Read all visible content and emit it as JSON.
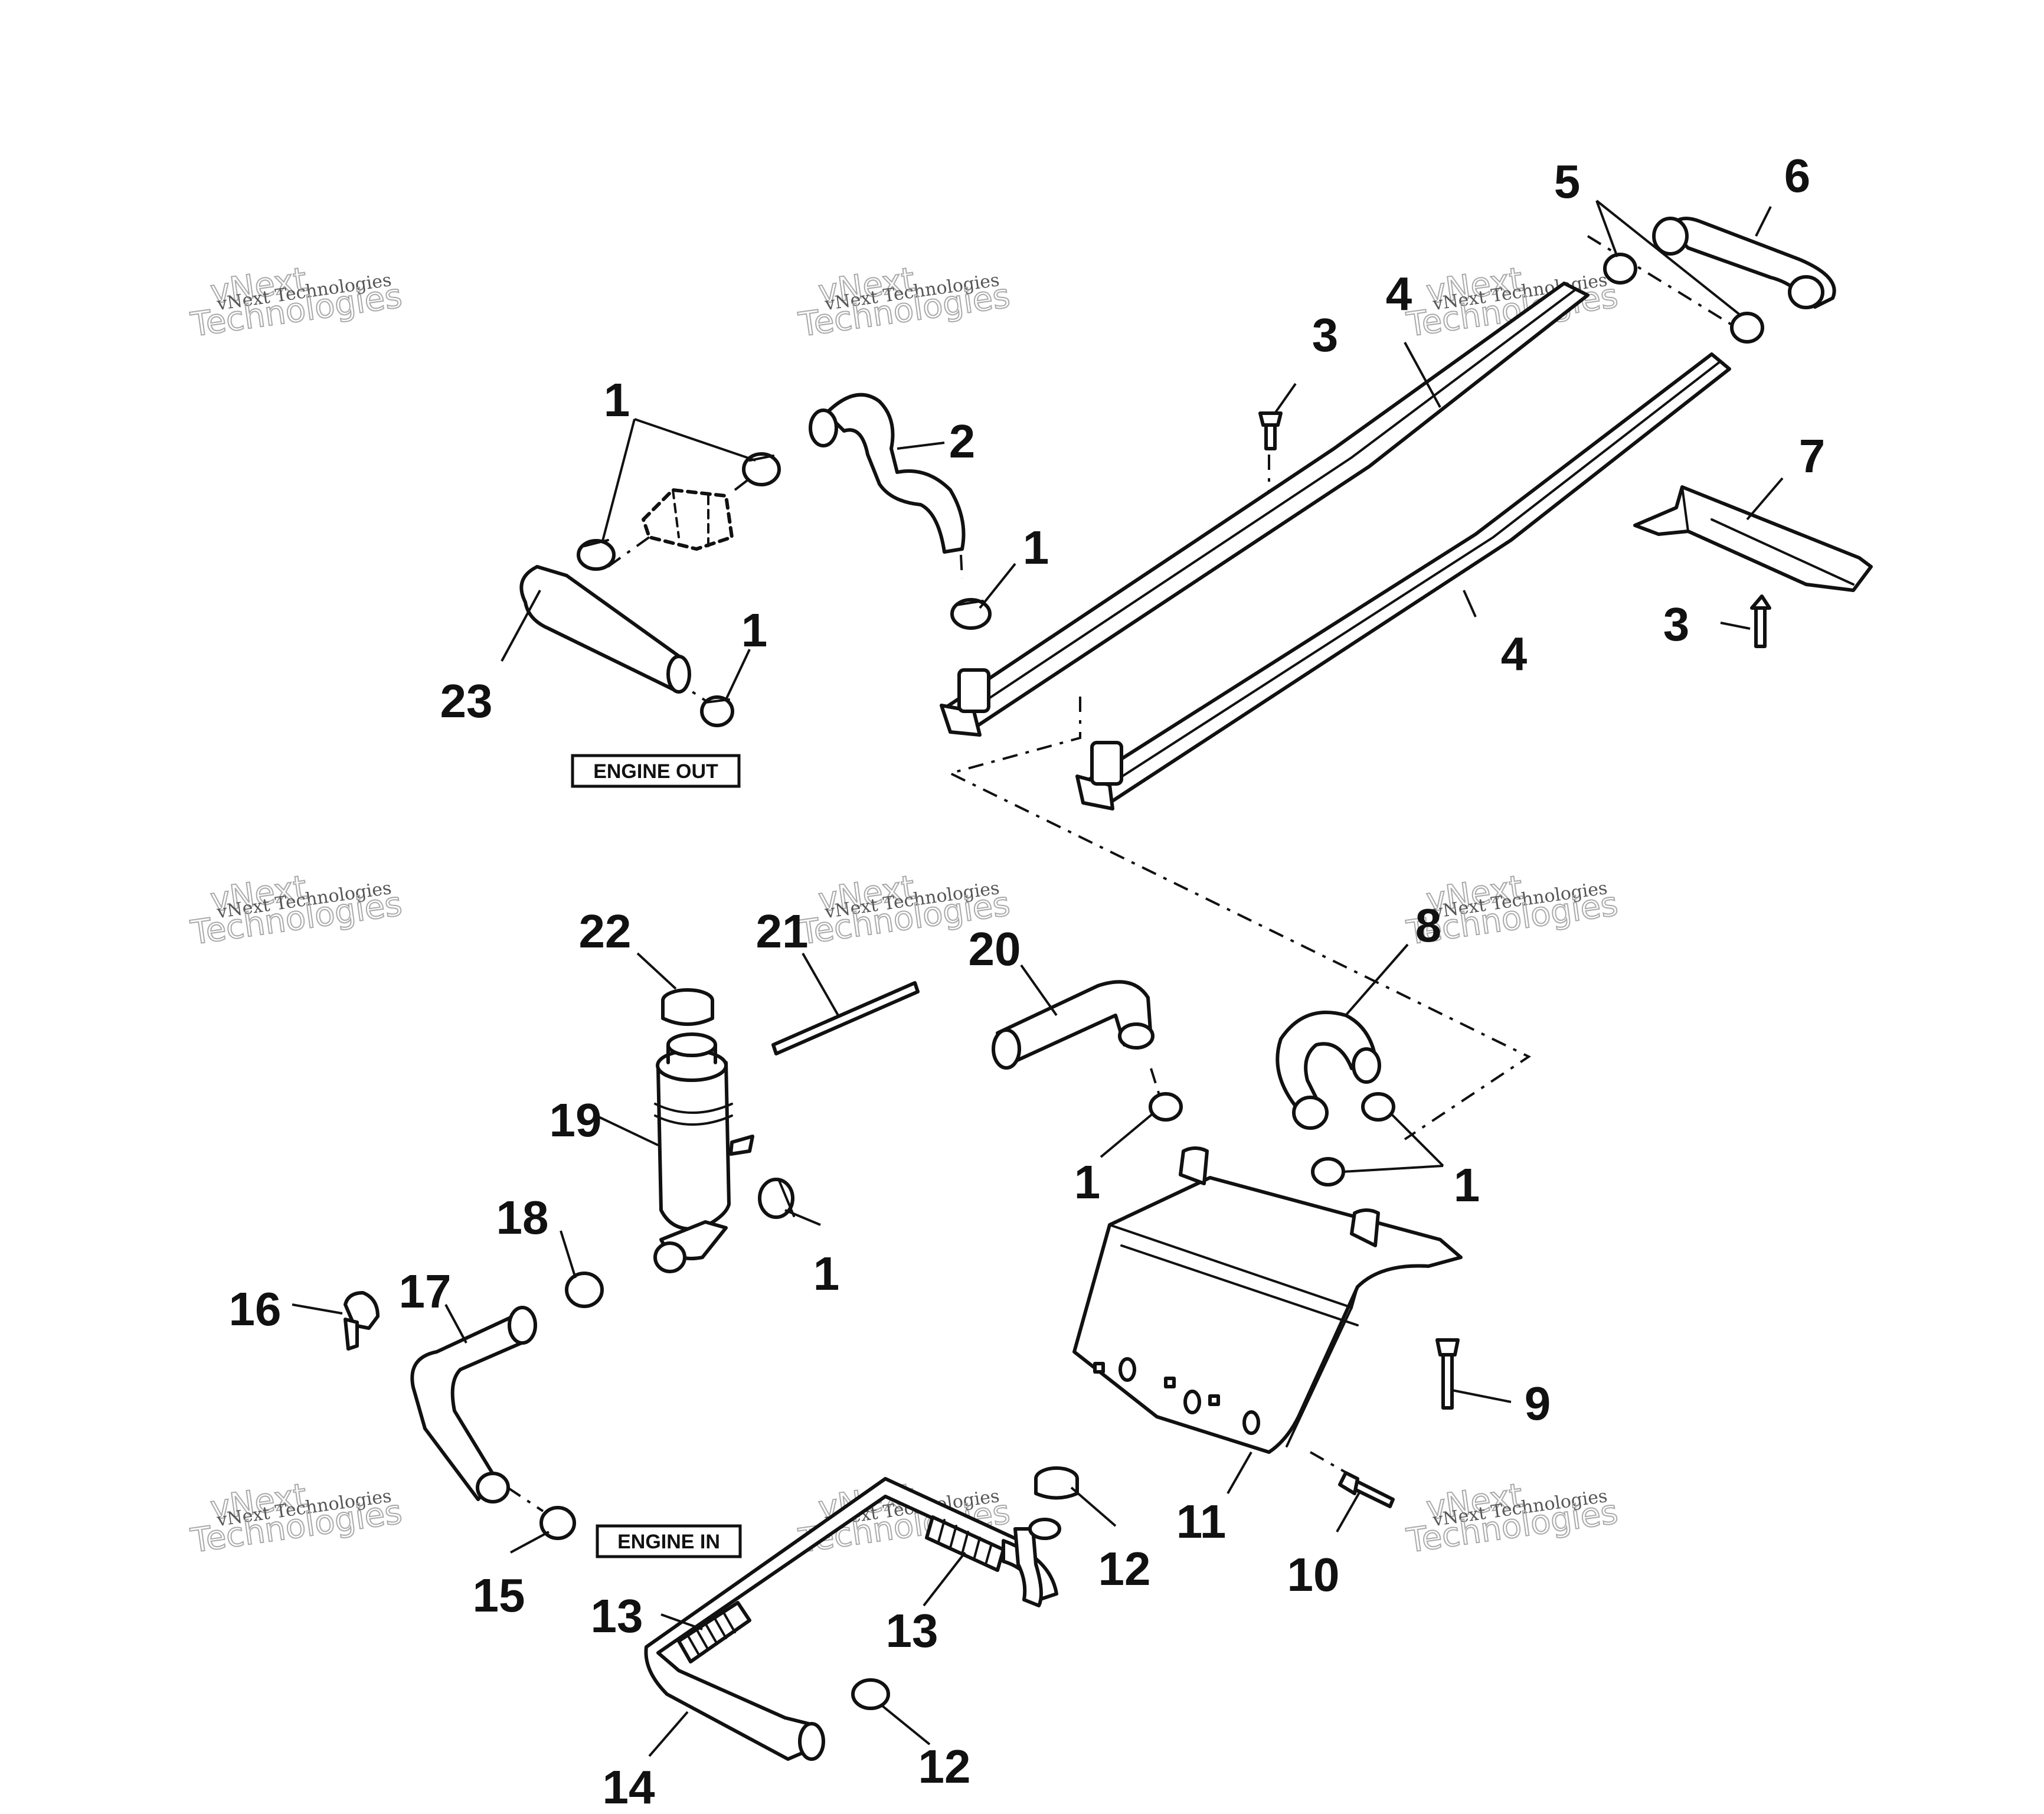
{
  "diagram": {
    "labels": {
      "engine_out": "ENGINE OUT",
      "engine_in": "ENGINE IN"
    },
    "watermark": {
      "line1": "vNext Technologies",
      "line2a": "vNext",
      "line2b": "Technologies"
    },
    "callouts": {
      "c1_top": "1",
      "c2": "2",
      "c1_mid": "1",
      "c23": "23",
      "c1_clamp23": "1",
      "c3_top": "3",
      "c4_top": "4",
      "c5": "5",
      "c6": "6",
      "c7": "7",
      "c3_right": "3",
      "c4_low": "4",
      "c22": "22",
      "c21": "21",
      "c20": "20",
      "c8": "8",
      "c19": "19",
      "c1_left_tank": "1",
      "c1_right_tank": "1",
      "c18": "18",
      "c1_reservoir": "1",
      "c16": "16",
      "c17": "17",
      "c9": "9",
      "c11": "11",
      "c10": "10",
      "c15": "15",
      "c12_top": "12",
      "c13_left": "13",
      "c13_right": "13",
      "c14": "14",
      "c12_low": "12"
    }
  }
}
